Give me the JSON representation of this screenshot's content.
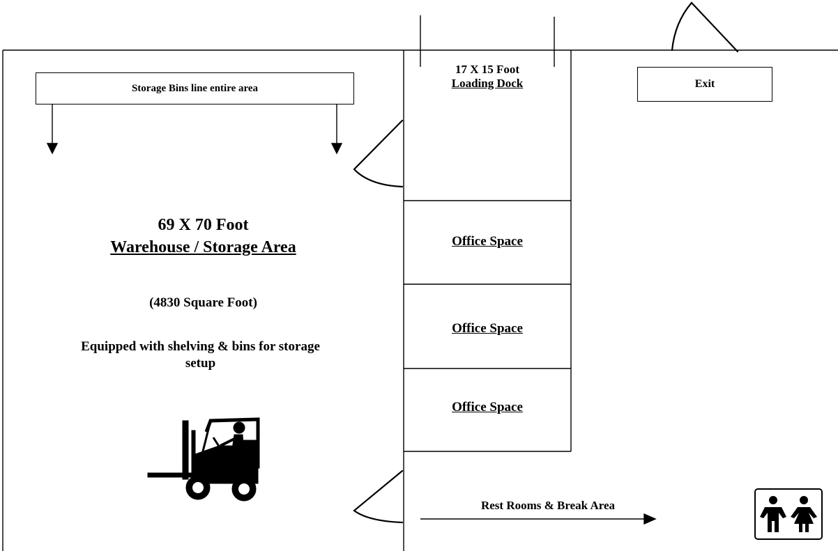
{
  "storage_bins_label": "Storage Bins line entire area",
  "exit_label": "Exit",
  "loading_dock": {
    "size": "17 X 15 Foot",
    "name": "Loading Dock"
  },
  "warehouse": {
    "size": "69 X 70 Foot",
    "name": "Warehouse / Storage Area",
    "square_footage": "(4830 Square Foot)",
    "description": "Equipped with shelving & bins for storage setup"
  },
  "offices": [
    {
      "label": "Office Space"
    },
    {
      "label": "Office Space"
    },
    {
      "label": "Office Space"
    }
  ],
  "rest_rooms_label": "Rest Rooms & Break Area",
  "icons": {
    "forklift": "forklift-icon",
    "restroom": "restroom-icon"
  }
}
